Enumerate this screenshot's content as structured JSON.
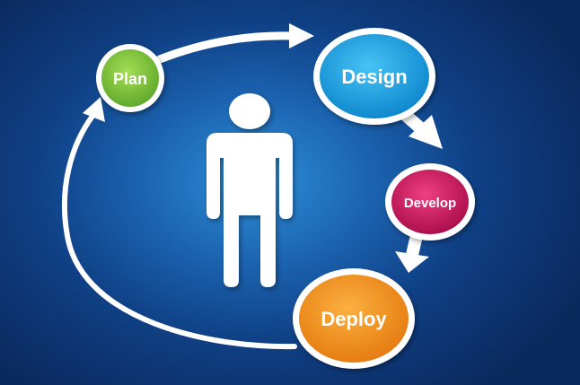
{
  "diagram": {
    "steps": [
      {
        "label": "Plan",
        "color": "#7cc242"
      },
      {
        "label": "Design",
        "color": "#1ea6e8"
      },
      {
        "label": "Develop",
        "color": "#d3135f"
      },
      {
        "label": "Deploy",
        "color": "#f7941d"
      }
    ],
    "ring_color": "#ffffff",
    "center_icon": "person-icon"
  }
}
